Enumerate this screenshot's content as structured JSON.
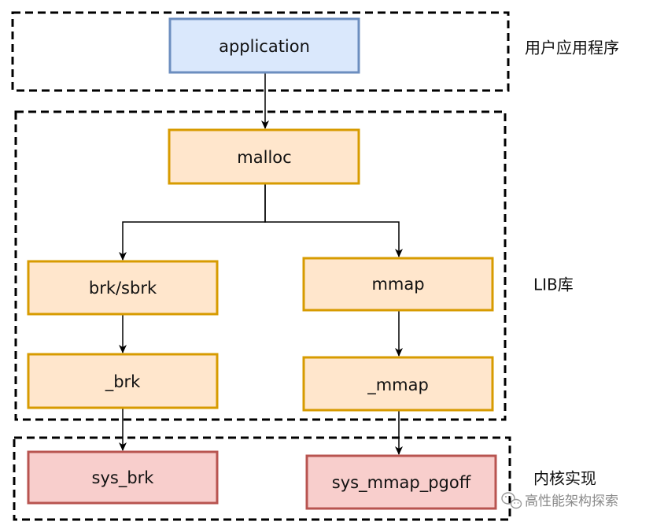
{
  "layers": [
    {
      "id": "app",
      "label": "用户应用程序"
    },
    {
      "id": "lib",
      "label": "LIB库"
    },
    {
      "id": "kernel",
      "label": "内核实现"
    }
  ],
  "nodes": [
    {
      "id": "application",
      "label": "application",
      "layer": "app"
    },
    {
      "id": "malloc",
      "label": "malloc",
      "layer": "lib"
    },
    {
      "id": "brk_sbrk",
      "label": "brk/sbrk",
      "layer": "lib"
    },
    {
      "id": "mmap",
      "label": "mmap",
      "layer": "lib"
    },
    {
      "id": "_brk",
      "label": "_brk",
      "layer": "lib"
    },
    {
      "id": "_mmap",
      "label": "_mmap",
      "layer": "lib"
    },
    {
      "id": "sys_brk",
      "label": "sys_brk",
      "layer": "kernel"
    },
    {
      "id": "sys_mmap_pgoff",
      "label": "sys_mmap_pgoff",
      "layer": "kernel"
    }
  ],
  "edges": [
    {
      "from": "application",
      "to": "malloc"
    },
    {
      "from": "malloc",
      "to": "brk_sbrk"
    },
    {
      "from": "malloc",
      "to": "mmap"
    },
    {
      "from": "brk_sbrk",
      "to": "_brk"
    },
    {
      "from": "mmap",
      "to": "_mmap"
    },
    {
      "from": "_brk",
      "to": "sys_brk"
    },
    {
      "from": "_mmap",
      "to": "sys_mmap_pgoff"
    }
  ],
  "colors": {
    "app_fill": "#dae8fc",
    "app_stroke": "#6c8ebf",
    "lib_fill": "#ffe6cc",
    "lib_stroke": "#d79b00",
    "kernel_fill": "#f8cecc",
    "kernel_stroke": "#b85450",
    "line": "#000000"
  },
  "watermark": {
    "icon": "wechat-icon",
    "text": "高性能架构探索"
  }
}
